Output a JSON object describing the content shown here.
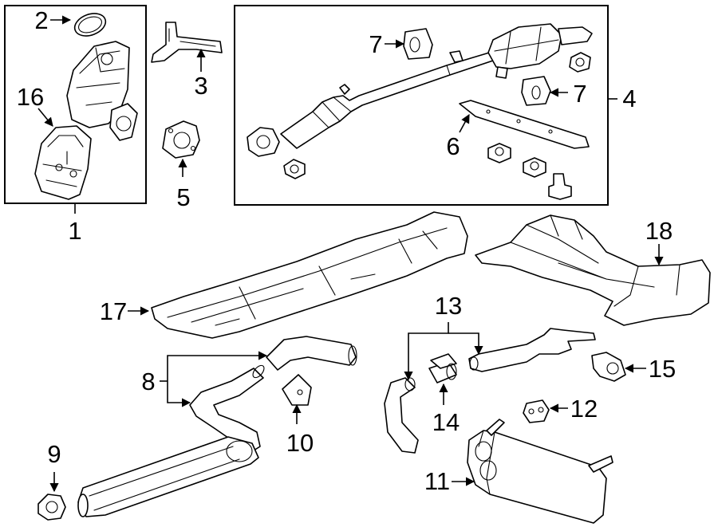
{
  "diagram": {
    "callouts": {
      "c1": "1",
      "c2": "2",
      "c3": "3",
      "c4": "4",
      "c5": "5",
      "c6": "6",
      "c7a": "7",
      "c7b": "7",
      "c8": "8",
      "c9": "9",
      "c10": "10",
      "c11": "11",
      "c12": "12",
      "c13": "13",
      "c14": "14",
      "c15": "15",
      "c16": "16",
      "c17": "17",
      "c18": "18"
    }
  }
}
